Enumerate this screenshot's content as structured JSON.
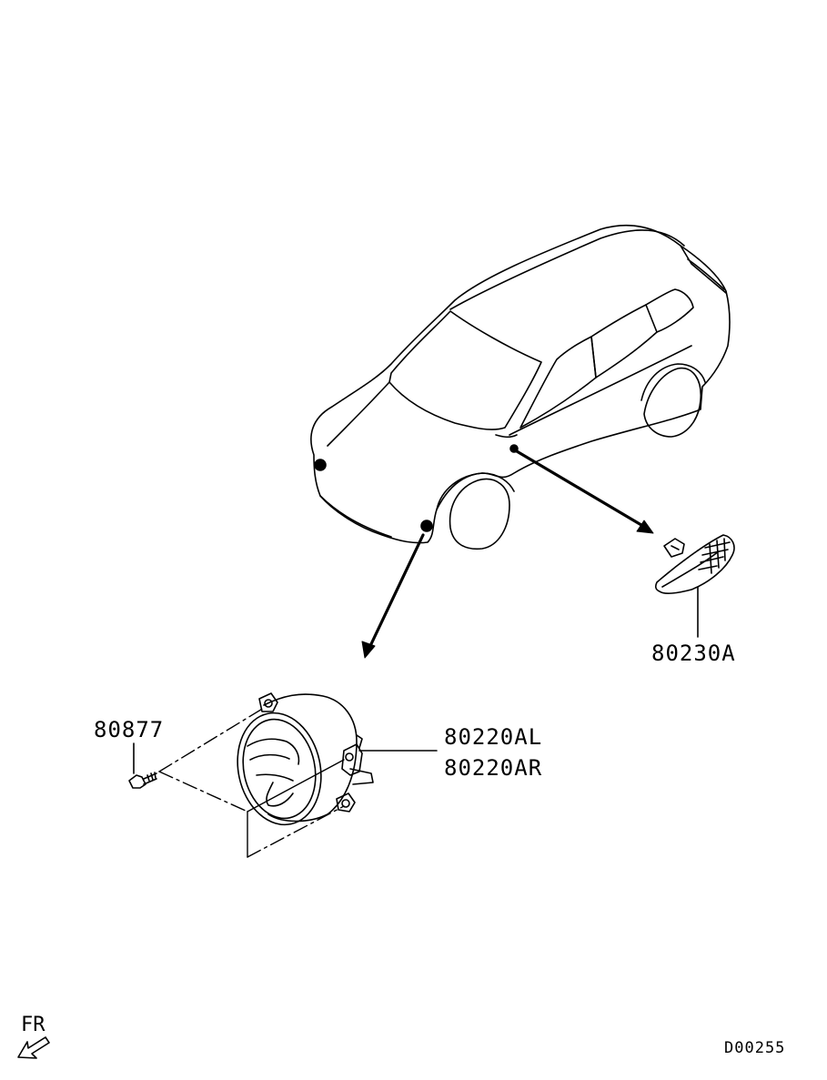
{
  "parts": {
    "side_marker": "80230A",
    "screw": "80877",
    "fog_lamp_left": "80220AL",
    "fog_lamp_right": "80220AR"
  },
  "orientation": {
    "label": "FR"
  },
  "diagram_code": "D00255",
  "icons": {
    "direction": "front-direction-arrow-icon"
  }
}
